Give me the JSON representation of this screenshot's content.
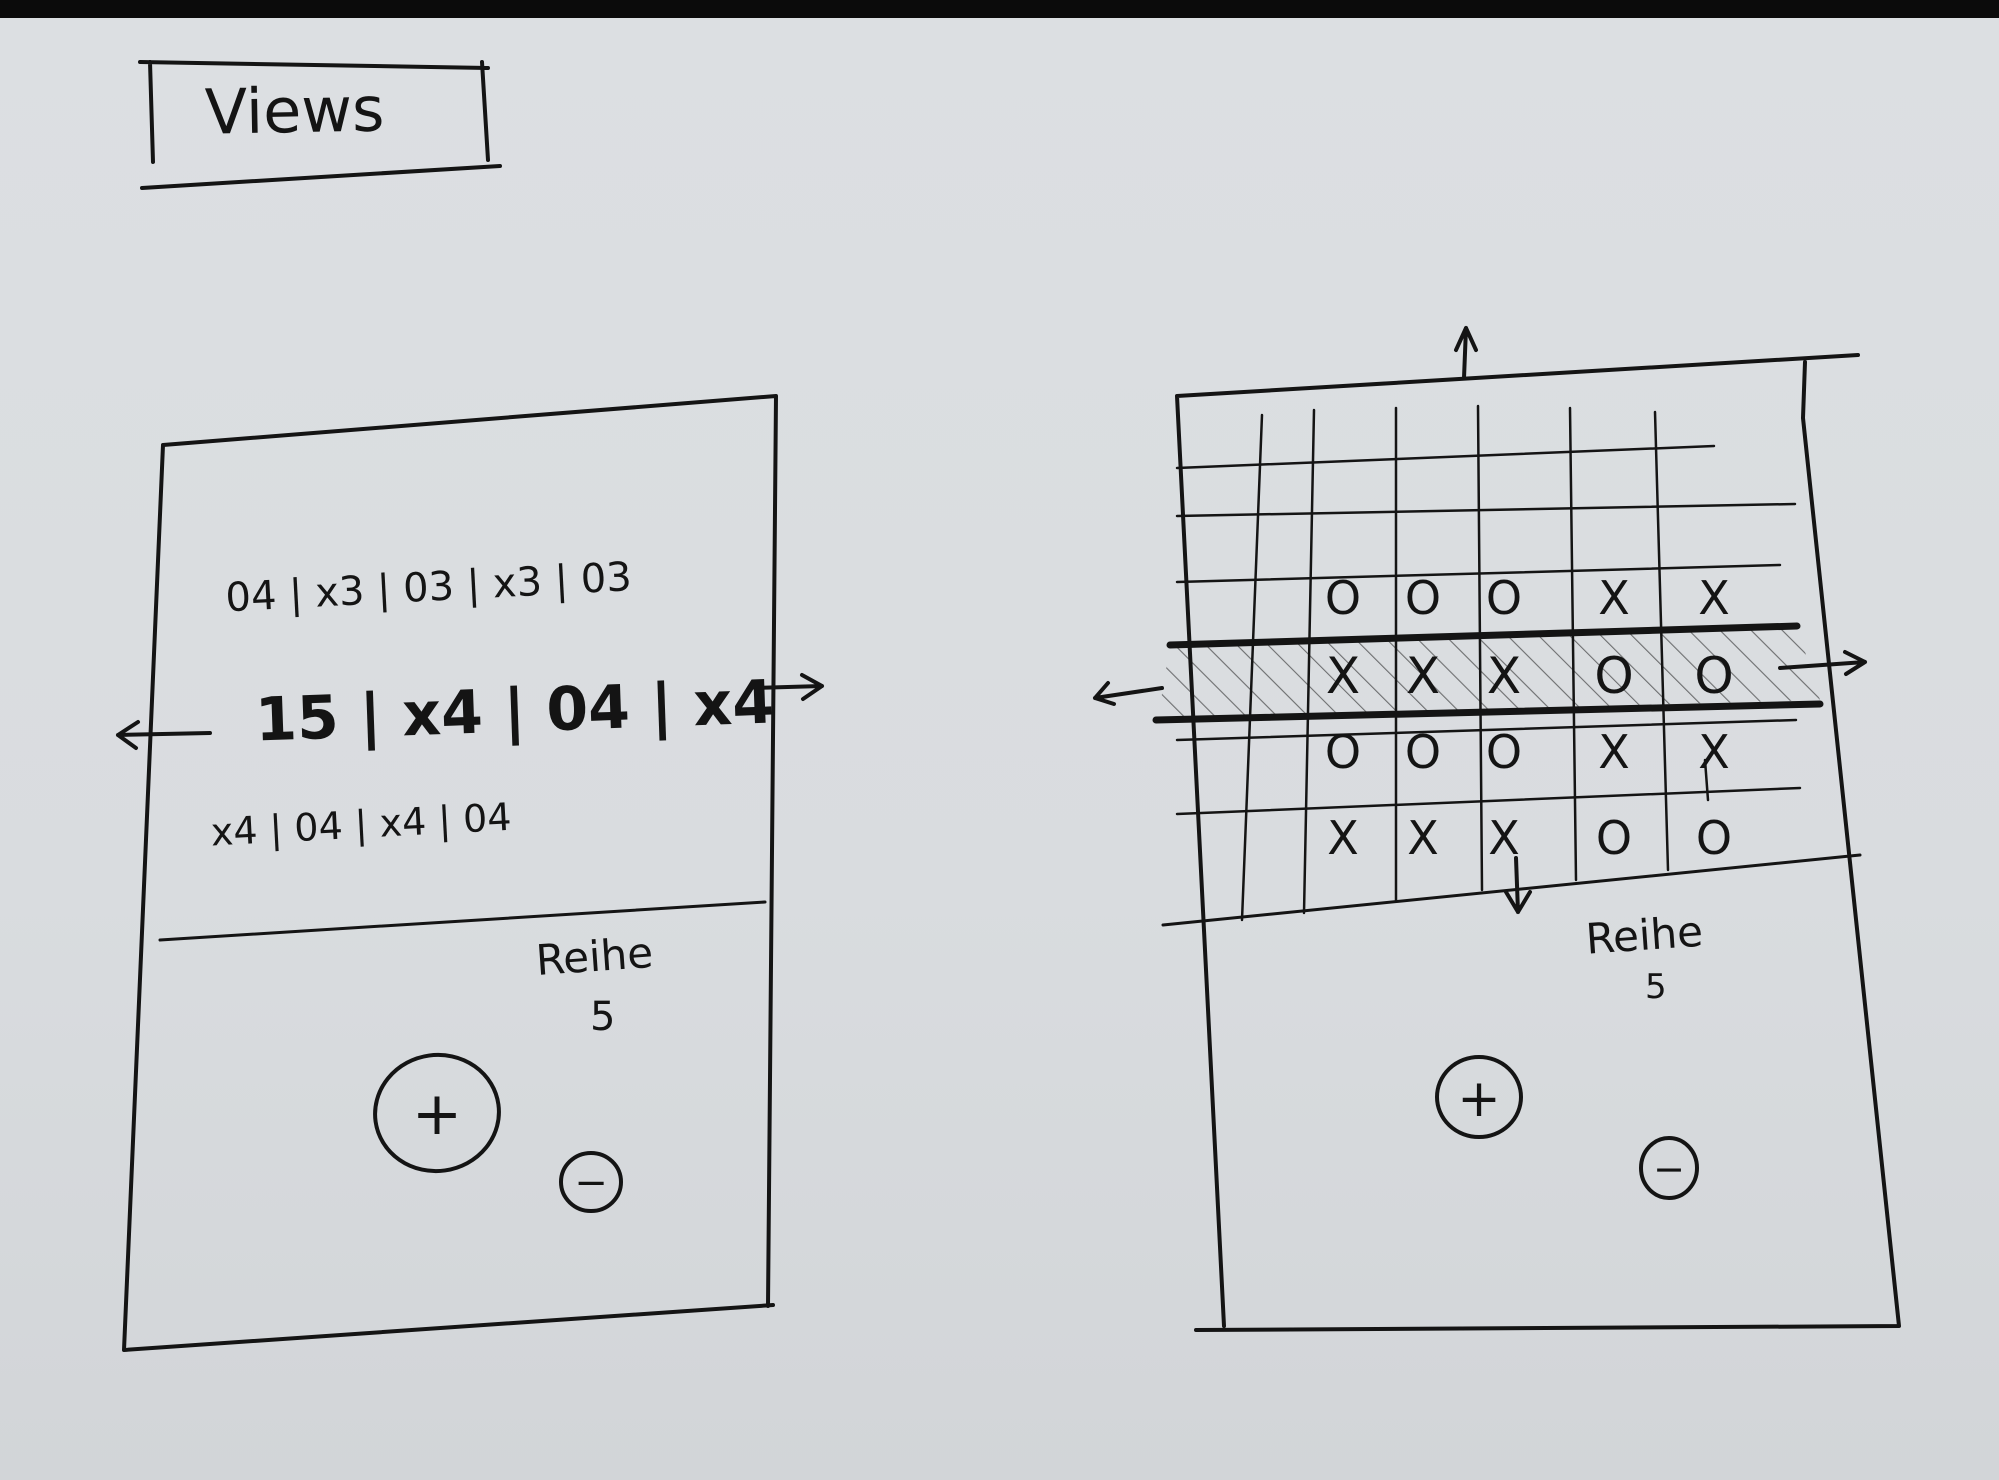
{
  "title": "Views",
  "left_view": {
    "row_top": "04 | x3 | 03 | x3 | 03",
    "row_mid": "15 | x4 | 04 | x4",
    "row_bottom": "x4 | 04 | x4 | 04",
    "row_label": "Reihe",
    "row_number": "5",
    "plus_label": "+",
    "minus_label": "−"
  },
  "right_view": {
    "grid_rows": [
      [
        "O",
        "O",
        "O",
        "X",
        "X"
      ],
      [
        "X",
        "X",
        "X",
        "O",
        "O"
      ],
      [
        "O",
        "O",
        "O",
        "X",
        "X"
      ],
      [
        "X",
        "X",
        "X",
        "O",
        "O"
      ]
    ],
    "highlighted_row": 1,
    "row_label": "Reihe",
    "row_number": "5",
    "plus_label": "+",
    "minus_label": "−"
  },
  "colors": {
    "ink": "#141414",
    "paper": "#dcdfe2",
    "frame": "#0b0b0b"
  }
}
